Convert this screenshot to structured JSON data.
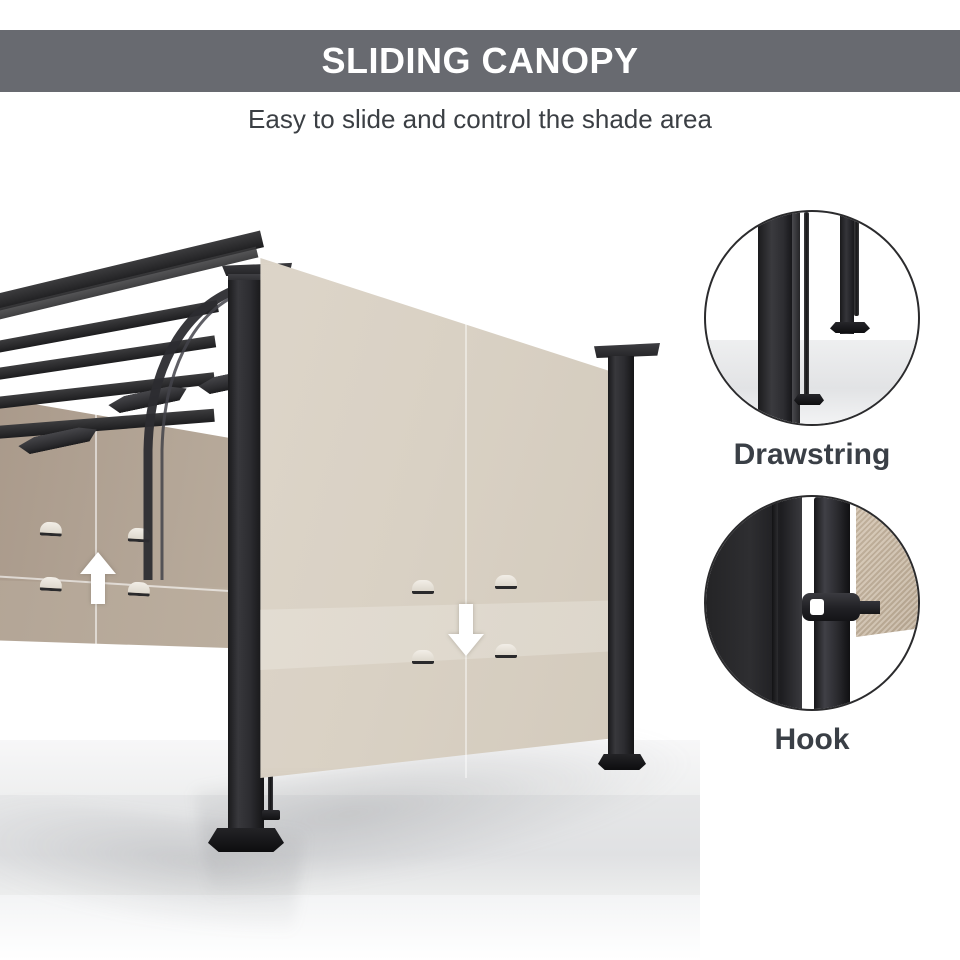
{
  "header": {
    "title": "SLIDING CANOPY",
    "bar_color": "#686a70",
    "title_color": "#ffffff"
  },
  "subtitle": {
    "text": "Easy to slide and control the shade area",
    "color": "#3b3f44"
  },
  "product_scene": {
    "name": "pergola-with-sliding-canopy",
    "frame_color": "#2a2a2c",
    "canopy_lit_color": "#d9d1c4",
    "canopy_shaded_color": "#ad9e8f",
    "floor_color": "#e6e7e8",
    "arrows": [
      {
        "name": "slide-up-arrow",
        "direction": "up",
        "glyph": "↑",
        "color": "#ffffff"
      },
      {
        "name": "slide-down-arrow",
        "direction": "down",
        "glyph": "↓",
        "color": "#ffffff"
      }
    ]
  },
  "callouts": [
    {
      "id": "drawstring",
      "label": "Drawstring",
      "label_color": "#3a3f46",
      "border_color": "#2b2b2d"
    },
    {
      "id": "hook",
      "label": "Hook",
      "label_color": "#3a3f46",
      "border_color": "#2b2b2d"
    }
  ]
}
